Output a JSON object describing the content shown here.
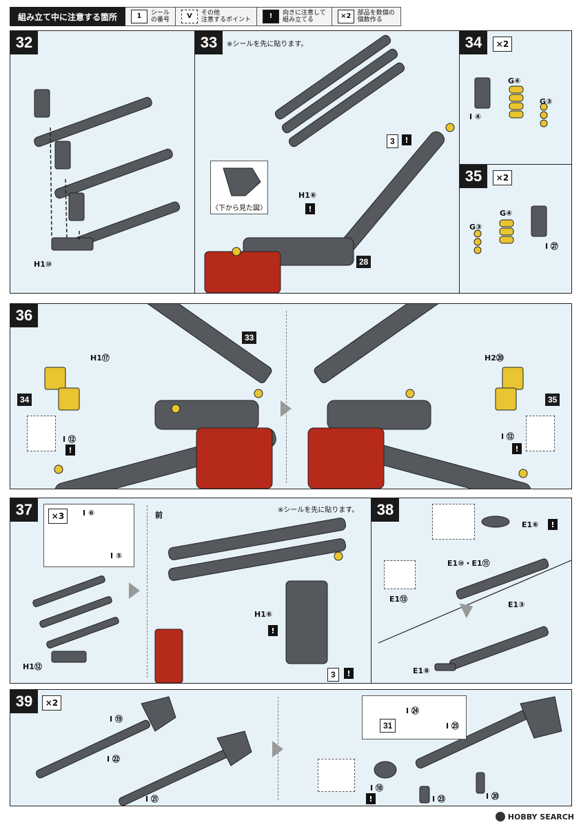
{
  "header": {
    "title": "組み立て中に注意する箇所",
    "legend": [
      {
        "icon": "1",
        "line1": "シール",
        "line2": "の番号"
      },
      {
        "icon": "V",
        "line1": "その他",
        "line2": "注意するポイント"
      },
      {
        "icon": "!",
        "line1": "向きに注意して",
        "line2": "組み立てる"
      },
      {
        "icon": "×2",
        "line1": "部品を数個の",
        "line2": "個数作る"
      }
    ]
  },
  "steps": {
    "s32": {
      "num": "32",
      "label_h1": "H1⑩"
    },
    "s33": {
      "num": "33",
      "note": "※シールを先に貼ります。",
      "sticker": "3",
      "label_h1": "H1⑥",
      "view_caption": "〈下から見た図〉",
      "ref": "28"
    },
    "s34": {
      "num": "34",
      "mult": "×2",
      "g4": "G④",
      "g3": "G③",
      "i4": "I ④"
    },
    "s35": {
      "num": "35",
      "mult": "×2",
      "g4": "G④",
      "g3": "G③",
      "i27": "I ㉗"
    },
    "s36": {
      "num": "36",
      "ref33": "33",
      "ref34": "34",
      "ref35": "35",
      "h1": "H1⑰",
      "h2": "H2⑳",
      "i12a": "I ⑫",
      "i12b": "I ⑫"
    },
    "s37": {
      "num": "37",
      "mult": "×3",
      "i6": "I ⑥",
      "i5": "I ⑤",
      "h1": "H1⑫",
      "front": "前",
      "note": "※シールを先に貼ります。",
      "h16": "H1⑥",
      "sticker": "3"
    },
    "s38": {
      "num": "38",
      "e16": "E1⑥",
      "e1011": "E1⑩・E1⑪",
      "e13a": "E1⑬",
      "e13b": "E1③",
      "e18": "E1⑧"
    },
    "s39": {
      "num": "39",
      "mult": "×2",
      "i19": "I ⑲",
      "i22": "I ㉒",
      "i21": "I ㉑",
      "i24": "I ㉔",
      "i25": "I ㉕",
      "sticker": "31",
      "i18": "I ⑱",
      "i23": "I ㉓",
      "i20": "I ⑳"
    }
  },
  "footer": {
    "brand": "HOBBY SEARCH"
  },
  "colors": {
    "panel_bg": "#e7f2f8",
    "part_gray": "#55585c",
    "part_red": "#b52a1a",
    "part_yellow": "#e8c531"
  }
}
